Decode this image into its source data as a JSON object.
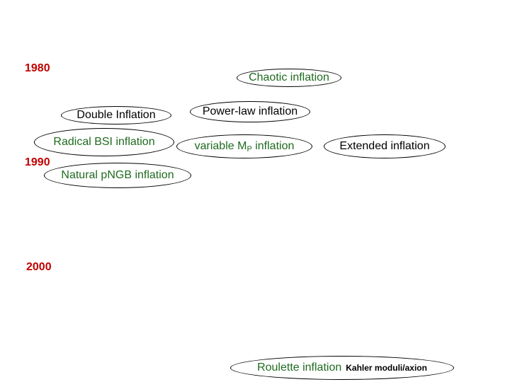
{
  "timeline": {
    "years": [
      "1980",
      "1990",
      "2000"
    ]
  },
  "nodes": {
    "chaotic": "Chaotic inflation",
    "double": "Double Inflation",
    "power_law": "Power-law inflation",
    "radical_bsi": "Radical BSI inflation",
    "variable_mp_prefix": "variable M",
    "variable_mp_sub": "P",
    "variable_mp_suffix": " inflation",
    "extended": "Extended inflation",
    "natural_pngb": "Natural pNGB inflation",
    "roulette": "Roulette inflation",
    "roulette_note": "Kahler moduli/axion"
  },
  "colors": {
    "year": "#c00000",
    "green_text": "#1f6b1f",
    "black_text": "#000000"
  }
}
